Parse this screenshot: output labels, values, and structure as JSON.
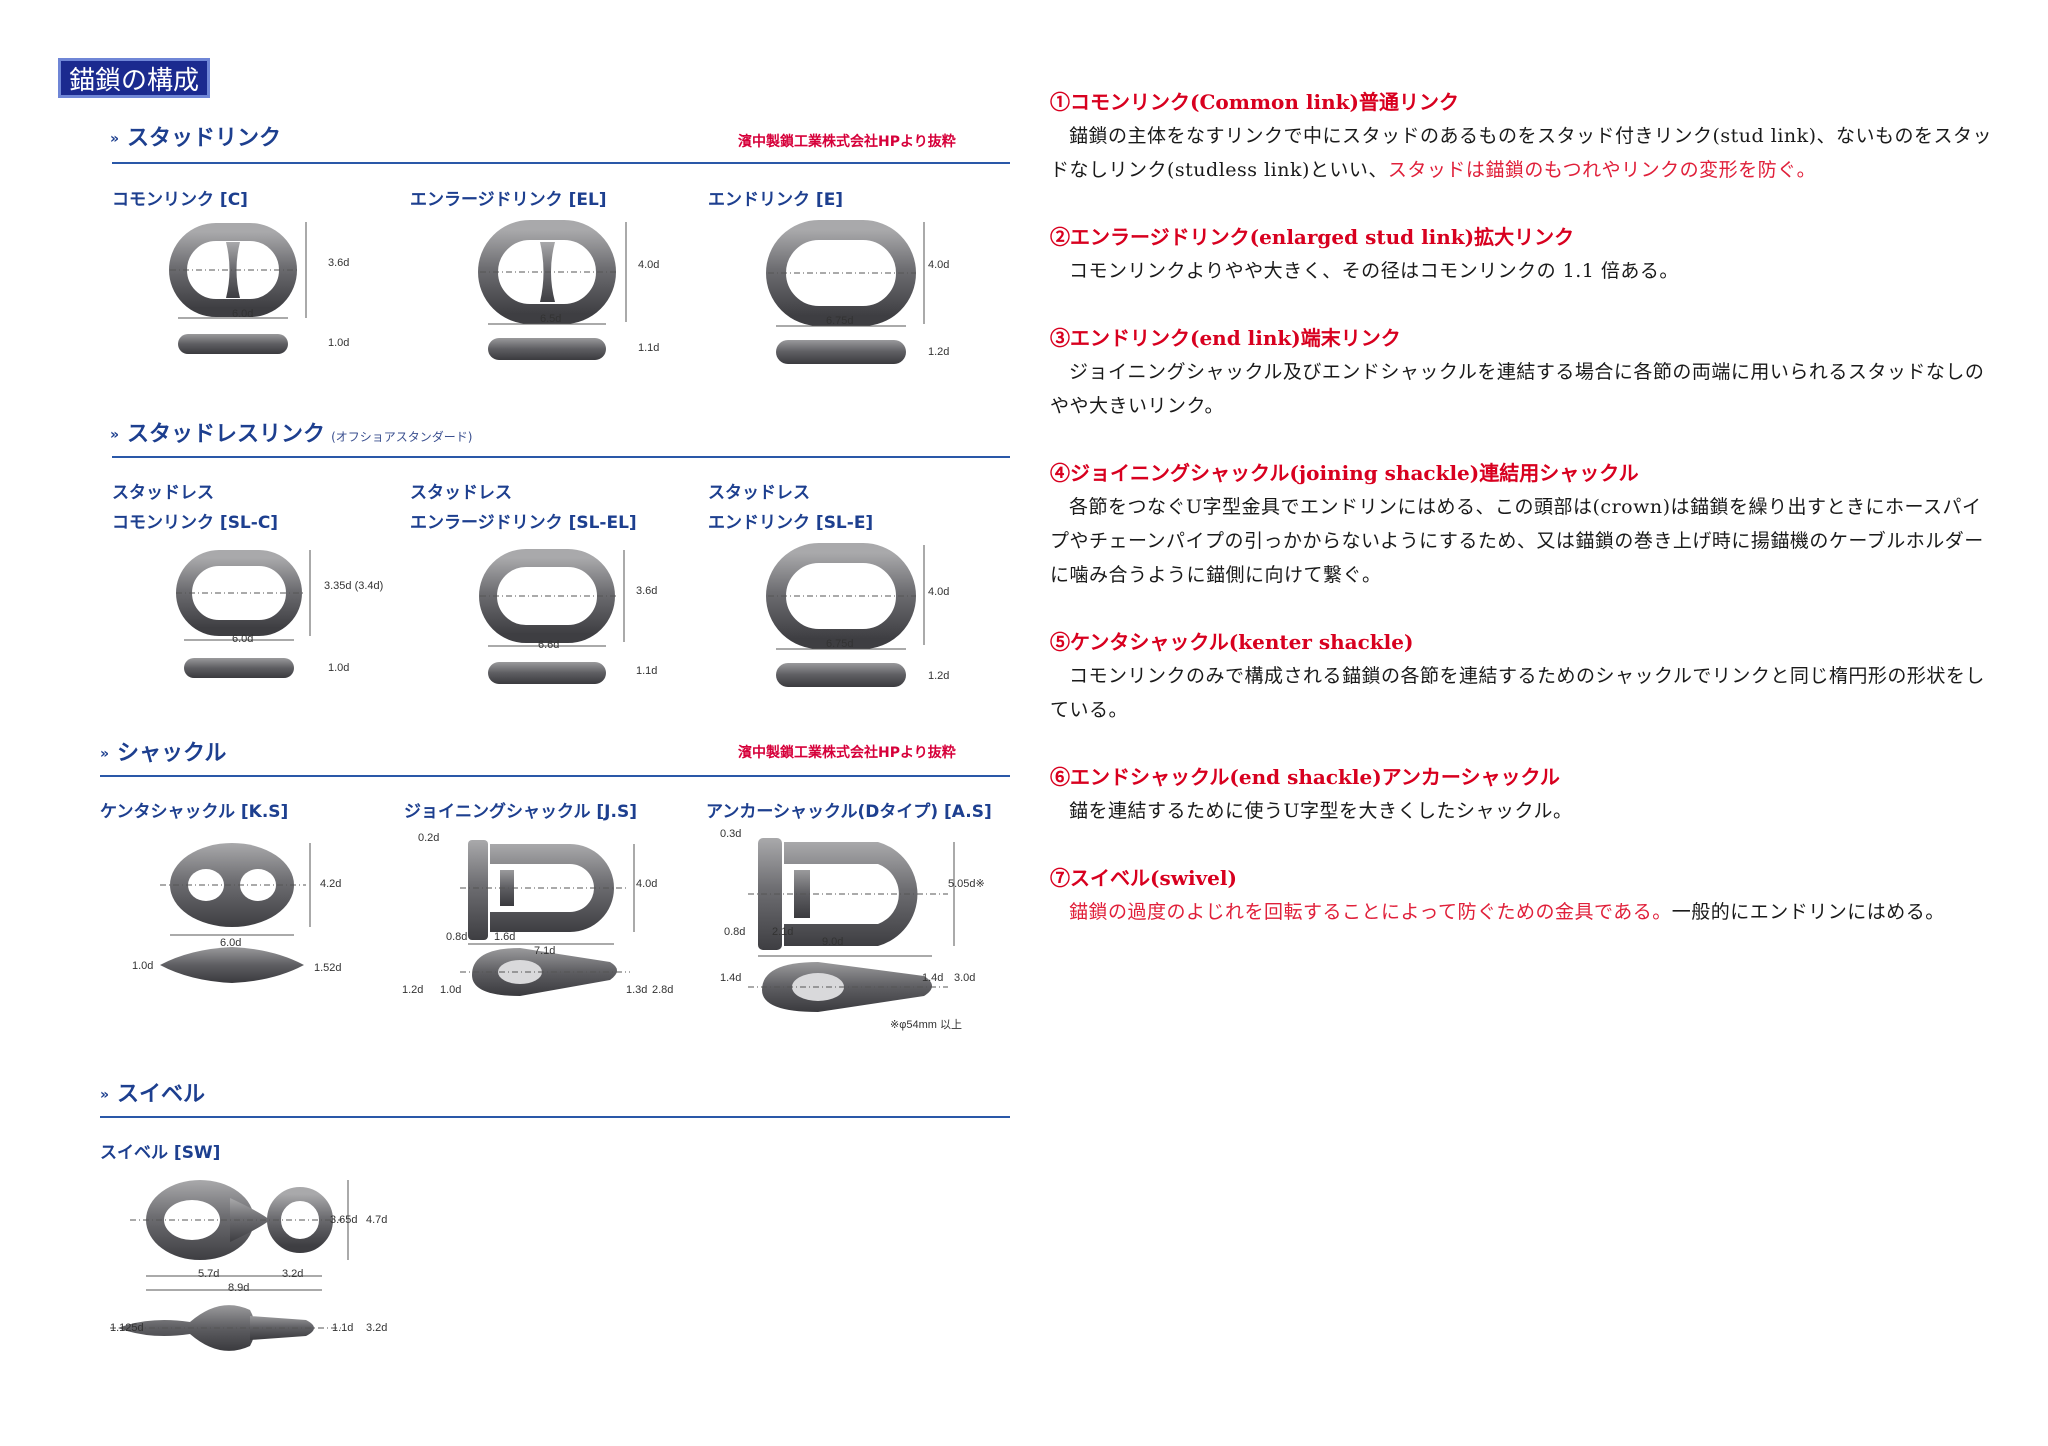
{
  "page_title": "錨鎖の構成",
  "left": {
    "stud": {
      "title": "スタッドリンク",
      "credit": "濱中製鎖工業株式会社HPより抜粋",
      "items": [
        {
          "label": "コモンリンク [C]",
          "h": "3.6d",
          "w": "6.0d",
          "t": "1.0d"
        },
        {
          "label": "エンラージドリンク [EL]",
          "h": "4.0d",
          "w": "6.5d",
          "t": "1.1d"
        },
        {
          "label": "エンドリンク [E]",
          "h": "4.0d",
          "w": "6.75d",
          "t": "1.2d"
        }
      ]
    },
    "studless": {
      "title": "スタッドレスリンク",
      "subtitle": "(オフショアスタンダード)",
      "items": [
        {
          "label1": "スタッドレス",
          "label2": "コモンリンク [SL-C]",
          "h": "3.35d (3.4d)",
          "w": "6.0d",
          "t": "1.0d"
        },
        {
          "label1": "スタッドレス",
          "label2": "エンラージドリンク [SL-EL]",
          "h": "3.6d",
          "w": "6.6d",
          "t": "1.1d"
        },
        {
          "label1": "スタッドレス",
          "label2": "エンドリンク [SL-E]",
          "h": "4.0d",
          "w": "6.75d",
          "t": "1.2d"
        }
      ]
    },
    "shackle": {
      "title": "シャックル",
      "credit": "濱中製鎖工業株式会社HPより抜粋",
      "ks": {
        "label": "ケンタシャックル [K.S]",
        "h": "4.2d",
        "w": "6.0d",
        "t1": "1.0d",
        "t2": "1.52d"
      },
      "js": {
        "label": "ジョイニングシャックル [J.S]",
        "d1": "0.2d",
        "h": "4.0d",
        "d2": "0.8d",
        "d3": "1.6d",
        "w": "7.1d",
        "d4": "1.2d",
        "d5": "1.0d",
        "d6": "1.3d",
        "d7": "2.8d"
      },
      "as": {
        "label": "アンカーシャックル(Dタイプ) [A.S]",
        "d1": "0.3d",
        "h": "5.05d※",
        "d2": "0.8d",
        "d3": "2.1d",
        "w": "9.0d",
        "d4": "1.4d",
        "d5": "1.4d",
        "d6": "3.0d",
        "note": "※φ54mm 以上"
      }
    },
    "swivel": {
      "title": "スイベル",
      "item": {
        "label": "スイベル [SW]",
        "h1": "3.65d",
        "h2": "4.7d",
        "w1": "5.7d",
        "w2": "3.2d",
        "w": "8.9d",
        "t1": "1.125d",
        "t2": "1.1d",
        "t3": "3.2d"
      }
    }
  },
  "right": [
    {
      "title": "①コモンリンク(Common link)普通リンク",
      "body": "錨鎖の主体をなすリンクで中にスタッドのあるものをスタッド付きリンク(stud link)、ないものをスタッドなしリンク(studless link)といい、",
      "body_red": "スタッドは錨鎖のもつれやリンクの変形を防ぐ。",
      "body_after": ""
    },
    {
      "title": "②エンラージドリンク(enlarged stud link)拡大リンク",
      "body": "コモンリンクよりやや大きく、その径はコモンリンクの 1.1 倍ある。",
      "body_red": "",
      "body_after": ""
    },
    {
      "title": "③エンドリンク(end link)端末リンク",
      "body": "ジョイニングシャックル及びエンドシャックルを連結する場合に各節の両端に用いられるスタッドなしのやや大きいリンク。",
      "body_red": "",
      "body_after": ""
    },
    {
      "title": "④ジョイニングシャックル(joining shackle)連結用シャックル",
      "body": "各節をつなぐU字型金具でエンドリンにはめる、この頭部は(crown)は錨鎖を繰り出すときにホースパイプやチェーンパイプの引っかからないようにするため、又は錨鎖の巻き上げ時に揚錨機のケーブルホルダーに噛み合うように錨側に向けて繋ぐ。",
      "body_red": "",
      "body_after": ""
    },
    {
      "title": "⑤ケンタシャックル(kenter shackle)",
      "body": "コモンリンクのみで構成される錨鎖の各節を連結するためのシャックルでリンクと同じ楕円形の形状をしている。",
      "body_red": "",
      "body_after": ""
    },
    {
      "title": "⑥エンドシャックル(end shackle)アンカーシャックル",
      "body": "錨を連結するために使うU字型を大きくしたシャックル。",
      "body_red": "",
      "body_after": ""
    },
    {
      "title": "⑦スイベル(swivel)",
      "body": "",
      "body_red": "錨鎖の過度のよじれを回転することによって防ぐための金具である。",
      "body_after": "一般的にエンドリンにはめる。"
    }
  ]
}
